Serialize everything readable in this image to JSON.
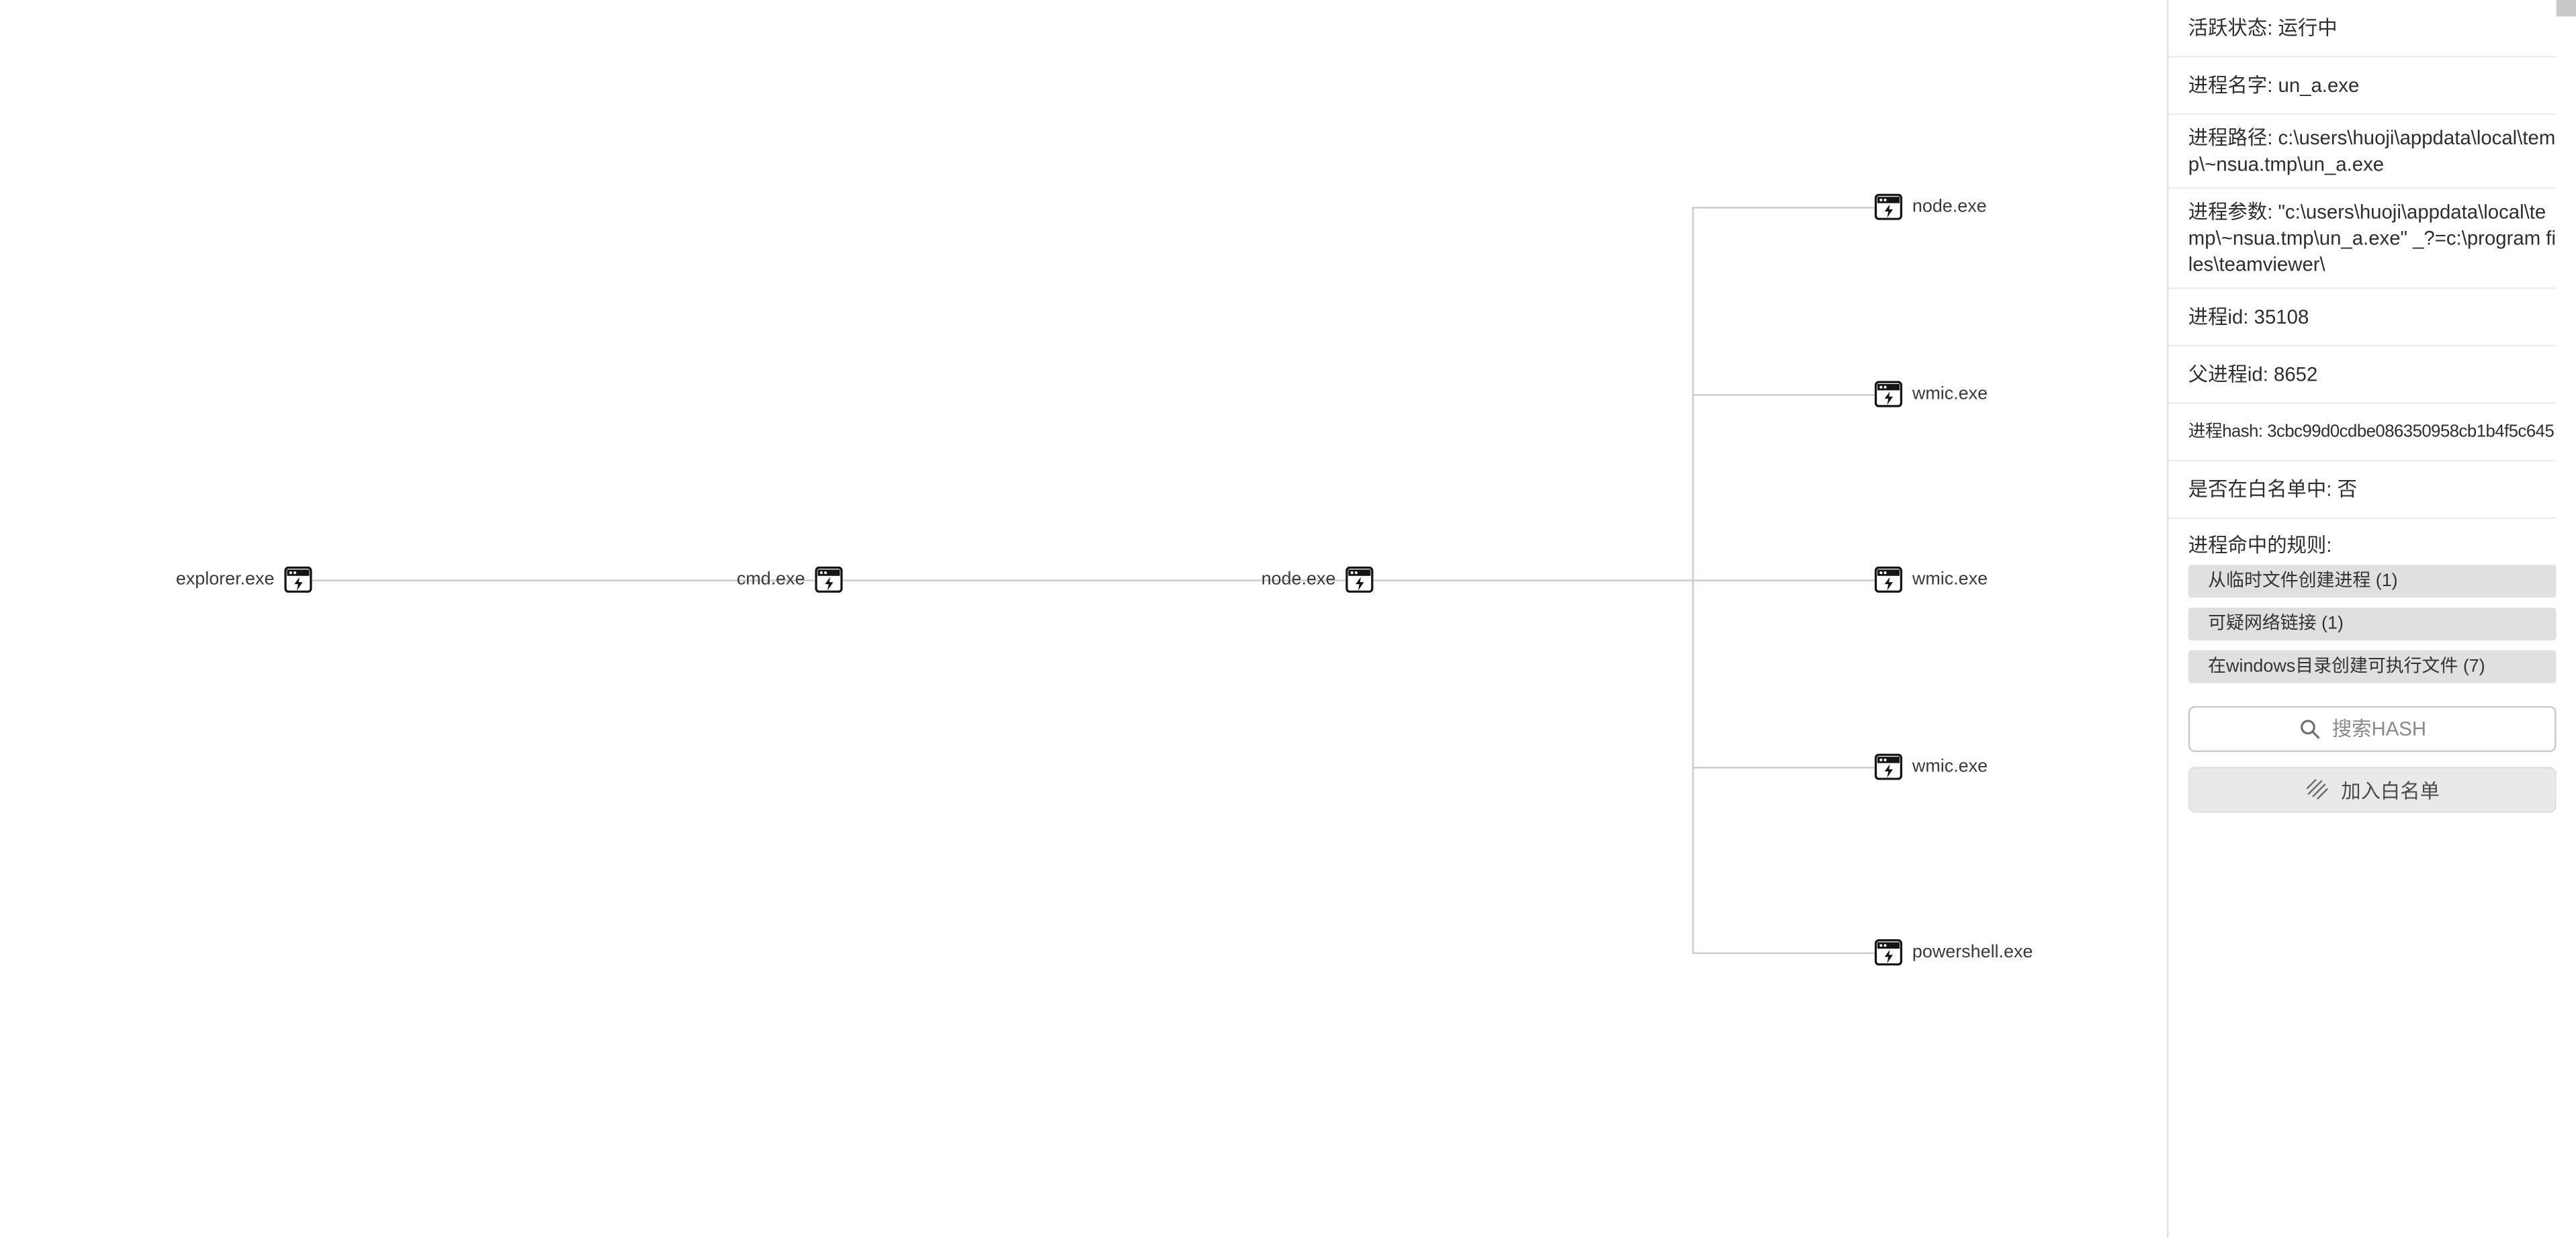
{
  "tree": {
    "chain": [
      {
        "label": "explorer.exe"
      },
      {
        "label": "cmd.exe"
      },
      {
        "label": "node.exe"
      }
    ],
    "children": [
      {
        "label": "node.exe"
      },
      {
        "label": "wmic.exe"
      },
      {
        "label": "wmic.exe"
      },
      {
        "label": "wmic.exe"
      },
      {
        "label": "powershell.exe"
      }
    ]
  },
  "panel": {
    "rows": [
      "活跃状态: 运行中",
      "进程名字: un_a.exe",
      "进程路径: c:\\users\\huoji\\appdata\\local\\temp\\~nsua.tmp\\un_a.exe",
      "进程参数: \"c:\\users\\huoji\\appdata\\local\\temp\\~nsua.tmp\\un_a.exe\" _?=c:\\program files\\teamviewer\\",
      "进程id: 35108",
      "父进程id: 8652",
      "进程hash: 3cbc99d0cdbe086350958cb1b4f5c645",
      "是否在白名单中: 否"
    ],
    "rules_label": "进程命中的规则:",
    "rules": [
      "从临时文件创建进程 (1)",
      "可疑网络链接 (1)",
      "在windows目录创建可执行文件 (7)"
    ],
    "search_placeholder": "搜索HASH",
    "whitelist_button_label": "加入白名单"
  },
  "colors": {
    "connector_line": "#cccccc",
    "chip_background": "#e0e0e0",
    "panel_border": "#e3e3e3"
  }
}
